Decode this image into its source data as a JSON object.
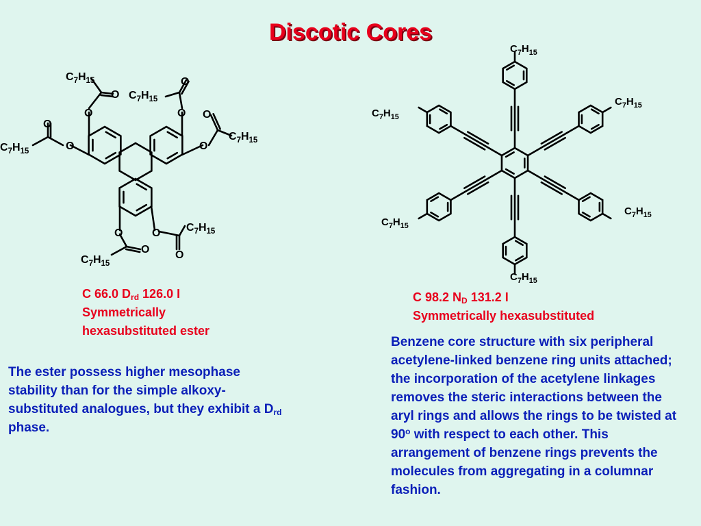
{
  "title": "Discotic Cores",
  "left": {
    "transition_parts": [
      "C 66.0 D",
      "rd",
      " 126.0 I"
    ],
    "line2": "Symmetrically",
    "line3": "hexasubstituted ester",
    "description_parts": [
      "The ester possess higher mesophase stability than for the simple alkoxy-substituted analogues, but they exhibit a D",
      "rd",
      " phase."
    ]
  },
  "right": {
    "transition_parts": [
      "C 98.2 N",
      "D",
      " 131.2 I"
    ],
    "line2": "Symmetrically hexasubstituted",
    "description_parts": [
      "Benzene core structure with six peripheral acetylene-linked benzene ring units attached; the incorporation of the acetylene linkages removes the steric interactions between the aryl rings and allows the rings to be twisted at 90",
      "o",
      " with respect to each other.  This arrangement of benzene rings prevents the molecules from aggregating in a columnar fashion."
    ]
  },
  "structure_labels": {
    "chain_c": "C",
    "chain_c_sub": "7",
    "chain_h": "H",
    "chain_h_sub": "15",
    "oxygen": "O"
  }
}
